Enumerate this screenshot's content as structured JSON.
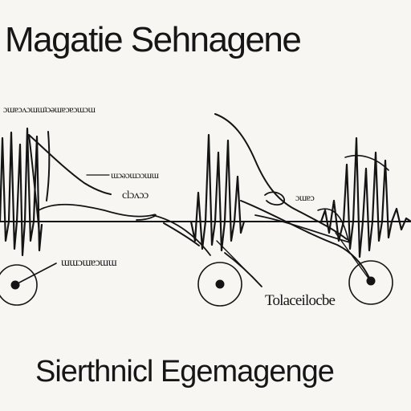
{
  "title": "Magatie Sehnagene",
  "footer_title": "Sierthnicl Egemagenge",
  "labels": {
    "top_left": "ɔɯɐɔʌɔɯɯʇɔǝɯɐɔɐɔɯɔɯ",
    "upper_mid": "ɯɔǝɔɯɔɔɯɯ",
    "small_mid": "clɔʌɔɔ",
    "right_mid": "ɔɯɐɔ",
    "left_lower": "ɯɯɔɯɐɔɯɯ",
    "bottom_right": "Tolaceilocbe"
  },
  "colors": {
    "ink": "#141414",
    "background": "#f7f6f3"
  }
}
